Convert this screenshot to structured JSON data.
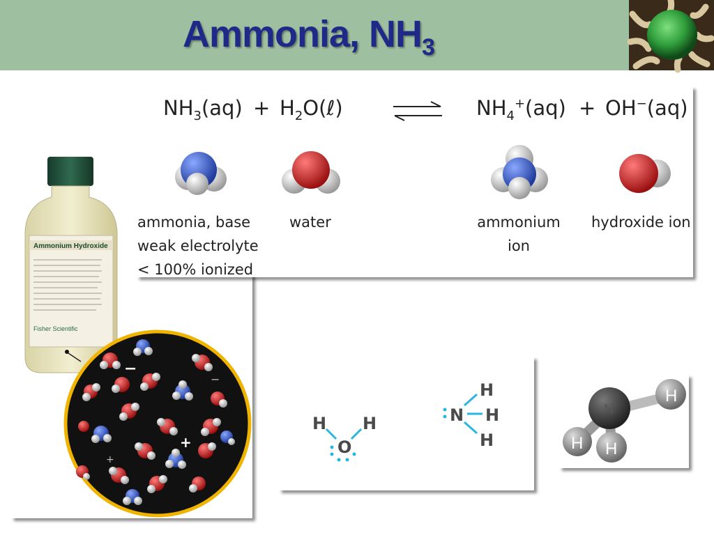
{
  "slide": {
    "title_main": "Ammonia, NH",
    "title_sub": "3"
  },
  "equation": {
    "reactant1": {
      "formula": "NH",
      "sub": "3",
      "state": "(aq)"
    },
    "plus1": "+",
    "reactant2": {
      "formula": "H",
      "sub": "2",
      "rest": "O",
      "state": "(ℓ)"
    },
    "product1": {
      "formula": "NH",
      "sub": "4",
      "sup": "+",
      "state": "(aq)"
    },
    "plus2": "+",
    "product2": {
      "formula": "OH",
      "sup": "−",
      "state": "(aq)"
    }
  },
  "labels": {
    "ammonia_line1": "ammonia, base",
    "ammonia_line2": "weak electrolyte",
    "ammonia_line3": "< 100% ionized",
    "water": "water",
    "ammonium_line1": "ammonium",
    "ammonium_line2": "ion",
    "hydroxide": "hydroxide ion"
  },
  "bottle": {
    "label_title": "Ammonium Hydroxide",
    "brand": "Fisher Scientific"
  },
  "lewis": {
    "water_h_left": "H",
    "water_h_right": "H",
    "water_o": "O",
    "ammonia_n": "N",
    "ammonia_h_top": "H",
    "ammonia_h_right": "H",
    "ammonia_h_bottom": "H"
  },
  "ball_stick": {
    "n": "N",
    "h1": "H",
    "h2": "H",
    "h3": "H"
  },
  "colors": {
    "header_bg": "#9fc0a0",
    "title_color": "#1f2a88",
    "nitrogen": "#3355bb",
    "oxygen": "#cc2222",
    "hydrogen": "#e8e8e8",
    "lone_pair": "#2bb6e0"
  }
}
